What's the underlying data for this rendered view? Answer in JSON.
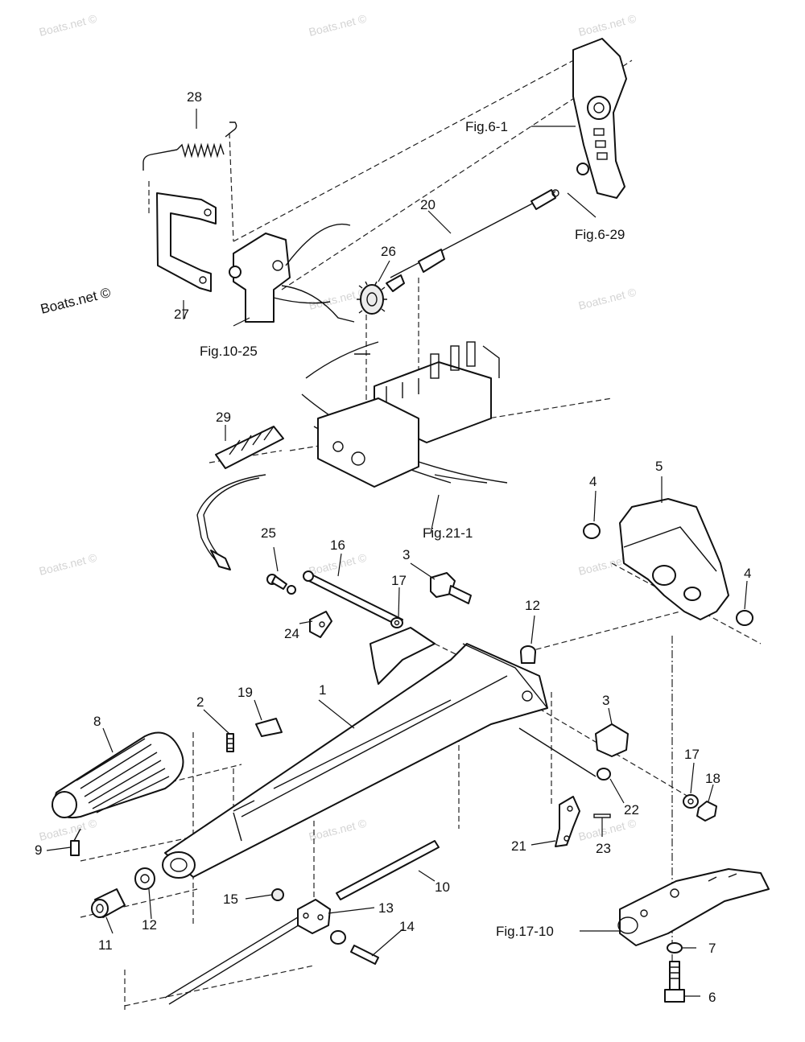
{
  "watermarks": {
    "text": "Boats.net ©",
    "main": "Boats.net ©"
  },
  "callouts": {
    "c1": "1",
    "c2": "2",
    "c3a": "3",
    "c3b": "3",
    "c4a": "4",
    "c4b": "4",
    "c5": "5",
    "c6": "6",
    "c7": "7",
    "c8": "8",
    "c9": "9",
    "c10": "10",
    "c11": "11",
    "c12a": "12",
    "c12b": "12",
    "c13": "13",
    "c14": "14",
    "c15": "15",
    "c16": "16",
    "c17a": "17",
    "c17b": "17",
    "c18": "18",
    "c19": "19",
    "c20": "20",
    "c21": "21",
    "c22": "22",
    "c23": "23",
    "c24": "24",
    "c25": "25",
    "c26": "26",
    "c27": "27",
    "c28": "28",
    "c29": "29"
  },
  "figure_refs": {
    "fig6_1": "Fig.6-1",
    "fig6_29": "Fig.6-29",
    "fig10_25": "Fig.10-25",
    "fig21_1": "Fig.21-1",
    "fig17_10": "Fig.17-10"
  }
}
